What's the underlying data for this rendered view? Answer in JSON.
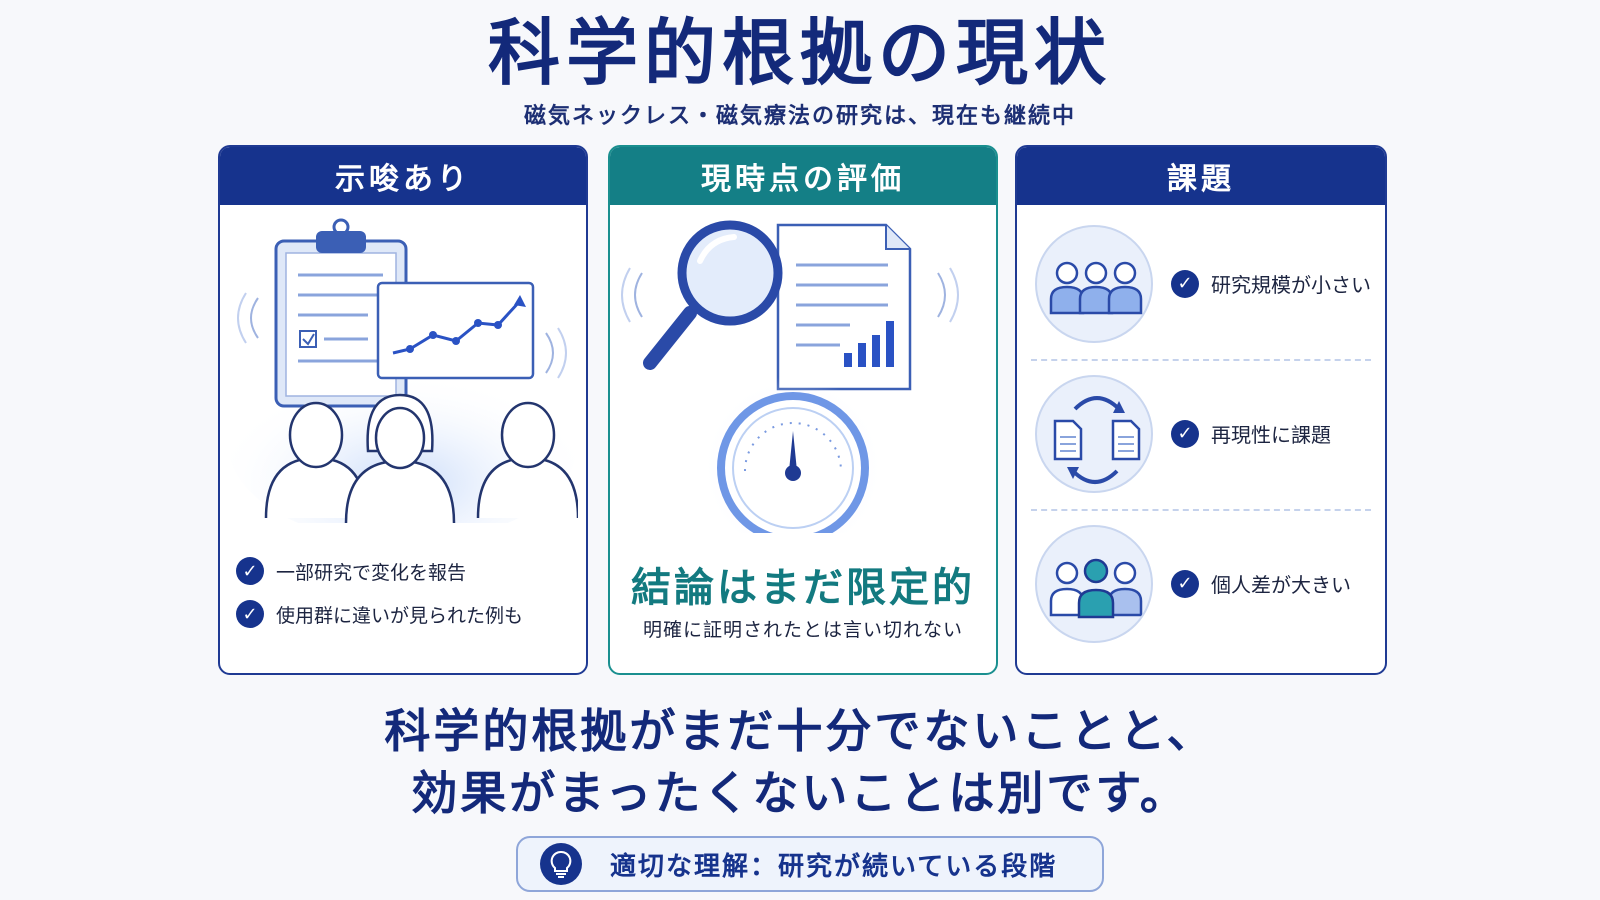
{
  "header": {
    "title": "科学的根拠の現状",
    "subtitle": "磁気ネックレス・磁気療法の研究は、現在も継続中"
  },
  "cards": {
    "suggestive": {
      "title": "示唆あり",
      "points": [
        "一部研究で変化を報告",
        "使用群に違いが見られた例も"
      ]
    },
    "evaluation": {
      "title": "現時点の評価",
      "conclusion": "結論はまだ限定的",
      "note": "明確に証明されたとは言い切れない"
    },
    "issues": {
      "title": "課題",
      "items": [
        "研究規模が小さい",
        "再現性に課題",
        "個人差が大きい"
      ]
    }
  },
  "message": {
    "line1": "科学的根拠がまだ十分でないことと、",
    "line2": "効果がまったくないことは別です。"
  },
  "footer": {
    "label": "適切な理解：研究が続いている段階"
  },
  "colors": {
    "navy": "#16338d",
    "teal": "#147f86",
    "accent_blue": "#3b6fd8"
  },
  "icons": {
    "check": "checkmark-icon",
    "bulb": "lightbulb-icon"
  }
}
